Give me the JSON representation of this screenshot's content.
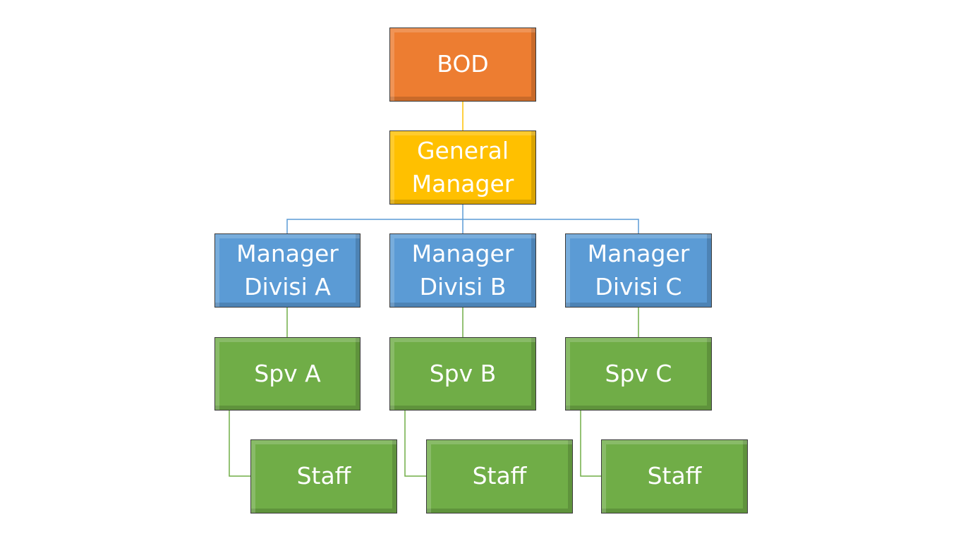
{
  "org_chart": {
    "bod": {
      "label": "BOD",
      "color": "#ED7D31"
    },
    "general_manager": {
      "label": "General\nManager",
      "color": "#FFC000"
    },
    "managers": [
      {
        "label": "Manager\nDivisi A",
        "color": "#5B9BD5"
      },
      {
        "label": "Manager\nDivisi B",
        "color": "#5B9BD5"
      },
      {
        "label": "Manager\nDivisi C",
        "color": "#5B9BD5"
      }
    ],
    "supervisors": [
      {
        "label": "Spv A",
        "color": "#70AD47"
      },
      {
        "label": "Spv B",
        "color": "#70AD47"
      },
      {
        "label": "Spv C",
        "color": "#70AD47"
      }
    ],
    "staff": [
      {
        "label": "Staff",
        "color": "#70AD47"
      },
      {
        "label": "Staff",
        "color": "#70AD47"
      },
      {
        "label": "Staff",
        "color": "#70AD47"
      }
    ],
    "connector_colors": {
      "bod_to_gm": "#FFC000",
      "gm_to_managers": "#5B9BD5",
      "managers_to_spv": "#70AD47",
      "spv_to_staff": "#70AD47"
    }
  }
}
